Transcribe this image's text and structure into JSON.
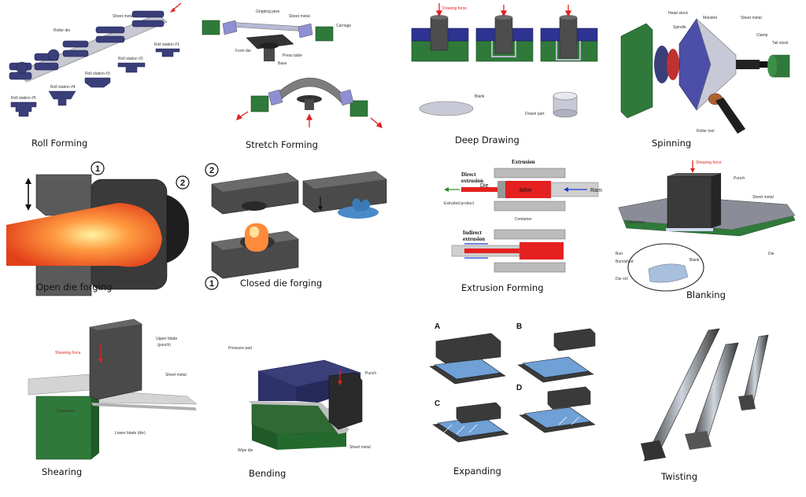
{
  "panels": {
    "roll_forming": {
      "caption": "Roll Forming",
      "labels": {
        "sheet_metal": "Sheet metal",
        "roller_die": "Roller die",
        "roll_station_1": "Roll station #1",
        "roll_station_2": "Roll station #2",
        "roll_station_3": "Roll station #3",
        "roll_station_4": "Roll station #4",
        "roll_station_5": "Roll station #5"
      }
    },
    "stretch_forming": {
      "caption": "Stretch Forming",
      "labels": {
        "gripping_jaws": "Gripping jaws",
        "sheet_metal": "Sheet metal",
        "carriage": "Carriage",
        "form_die": "Form die",
        "press_table": "Press table",
        "base": "Base"
      }
    },
    "deep_drawing": {
      "caption": "Deep Drawing",
      "labels": {
        "drawing_force": "Drawing force",
        "blank": "Blank",
        "drawn_part": "Drawn part"
      }
    },
    "spinning": {
      "caption": "Spinning",
      "labels": {
        "head_stock": "Head stock",
        "mandrel": "Mandrel",
        "sheet_metal": "Sheet metal",
        "spindle": "Spindle",
        "clamp": "Clamp",
        "tail_stock": "Tail stock",
        "roller_tool": "Roller tool"
      }
    },
    "open_die_forging": {
      "caption": "Open die forging",
      "labels": {
        "num1": "1",
        "num2": "2"
      }
    },
    "closed_die_forging": {
      "caption": "Closed die forging",
      "labels": {
        "num1": "1",
        "num2": "2"
      }
    },
    "extrusion_forming": {
      "caption": "Extrusion Forming",
      "labels": {
        "title": "Extrusion",
        "direct": "Direct",
        "extrusion1": "extrusion",
        "die": "Die",
        "billet": "Billet",
        "ram": "Ram",
        "extruded_product": "Extruded product",
        "container": "Container",
        "indirect": "Indirect",
        "extrusion2": "extrusion"
      }
    },
    "blanking": {
      "caption": "Blanking",
      "labels": {
        "shearing_force": "Shearing force",
        "punch": "Punch",
        "sheet_metal": "Sheet metal",
        "clearance": "Clearance",
        "burr": "Burr",
        "blank": "Blank",
        "die": "Die",
        "burnished": "Burnished",
        "die_roll": "Die roll"
      }
    },
    "shearing": {
      "caption": "Shearing",
      "labels": {
        "shearing_force": "Shearing force",
        "upper_blade": "Upper blade",
        "punch": "(punch)",
        "sheet_metal": "Sheet metal",
        "clearance": "Clearance",
        "lower_blade": "Lower blade (die)"
      }
    },
    "bending": {
      "caption": "Bending",
      "labels": {
        "pressure_pad": "Pressure pad",
        "punch": "Punch",
        "wipe_die": "Wipe die",
        "sheet_metal": "Sheet metal"
      }
    },
    "expanding": {
      "caption": "Expanding",
      "labels": {
        "a": "A",
        "b": "B",
        "c": "C",
        "d": "D"
      }
    },
    "twisting": {
      "caption": "Twisting"
    }
  }
}
